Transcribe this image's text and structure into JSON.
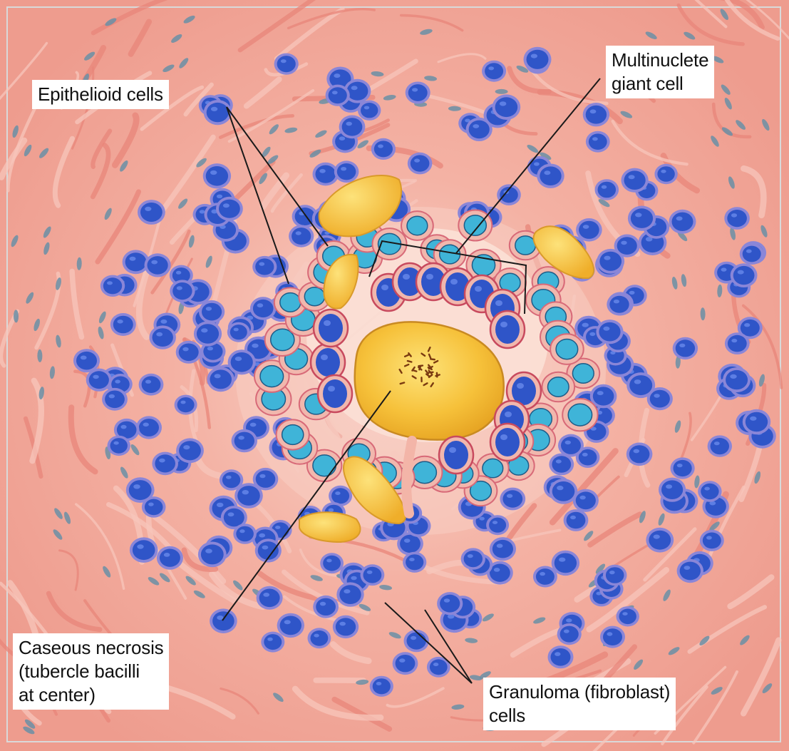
{
  "labels": {
    "epithelioid": "Epithelioid cells",
    "giant_cell": "Multinuclete\ngiant cell",
    "caseous": "Caseous necrosis\n(tubercle bacilli\nat center)",
    "granuloma": "Granuloma (fibroblast)\ncells"
  },
  "colors": {
    "tissue": "#f2a89a",
    "tissue_light": "#f7c6bb",
    "fiber": "#e8867a",
    "lymphocyte_nucleus": "#2f55c8",
    "lymphocyte_rim": "#8a86d8",
    "epithelioid_nucleus": "#3fb4d8",
    "epithelioid_rim": "#d86a78",
    "caseous": "#f6c13a",
    "bacilli": "#7a3a10",
    "stroma_nucleus": "#6a8fa6"
  }
}
